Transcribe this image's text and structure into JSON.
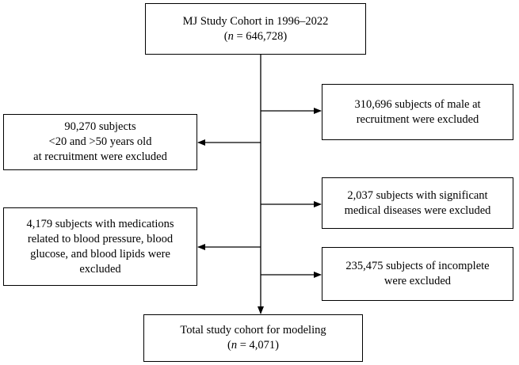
{
  "start": {
    "title": "MJ Study Cohort in 1996–2022",
    "n_label": "n",
    "n_value": " = 646,728"
  },
  "exclusions": {
    "male": [
      "310,696 subjects of male at",
      "recruitment were excluded"
    ],
    "age": [
      "90,270 subjects",
      "<20 and >50 years old",
      "at recruitment were excluded"
    ],
    "diseases": [
      "2,037 subjects with significant",
      "medical diseases were excluded"
    ],
    "medications": [
      "4,179 subjects with medications",
      "related to  blood pressure, blood",
      "glucose, and blood lipids were",
      "excluded"
    ],
    "incomplete": [
      "235,475 subjects of incomplete",
      "were excluded"
    ]
  },
  "final": {
    "title": "Total study cohort for modeling",
    "n_label": "n",
    "n_value": " = 4,071"
  }
}
